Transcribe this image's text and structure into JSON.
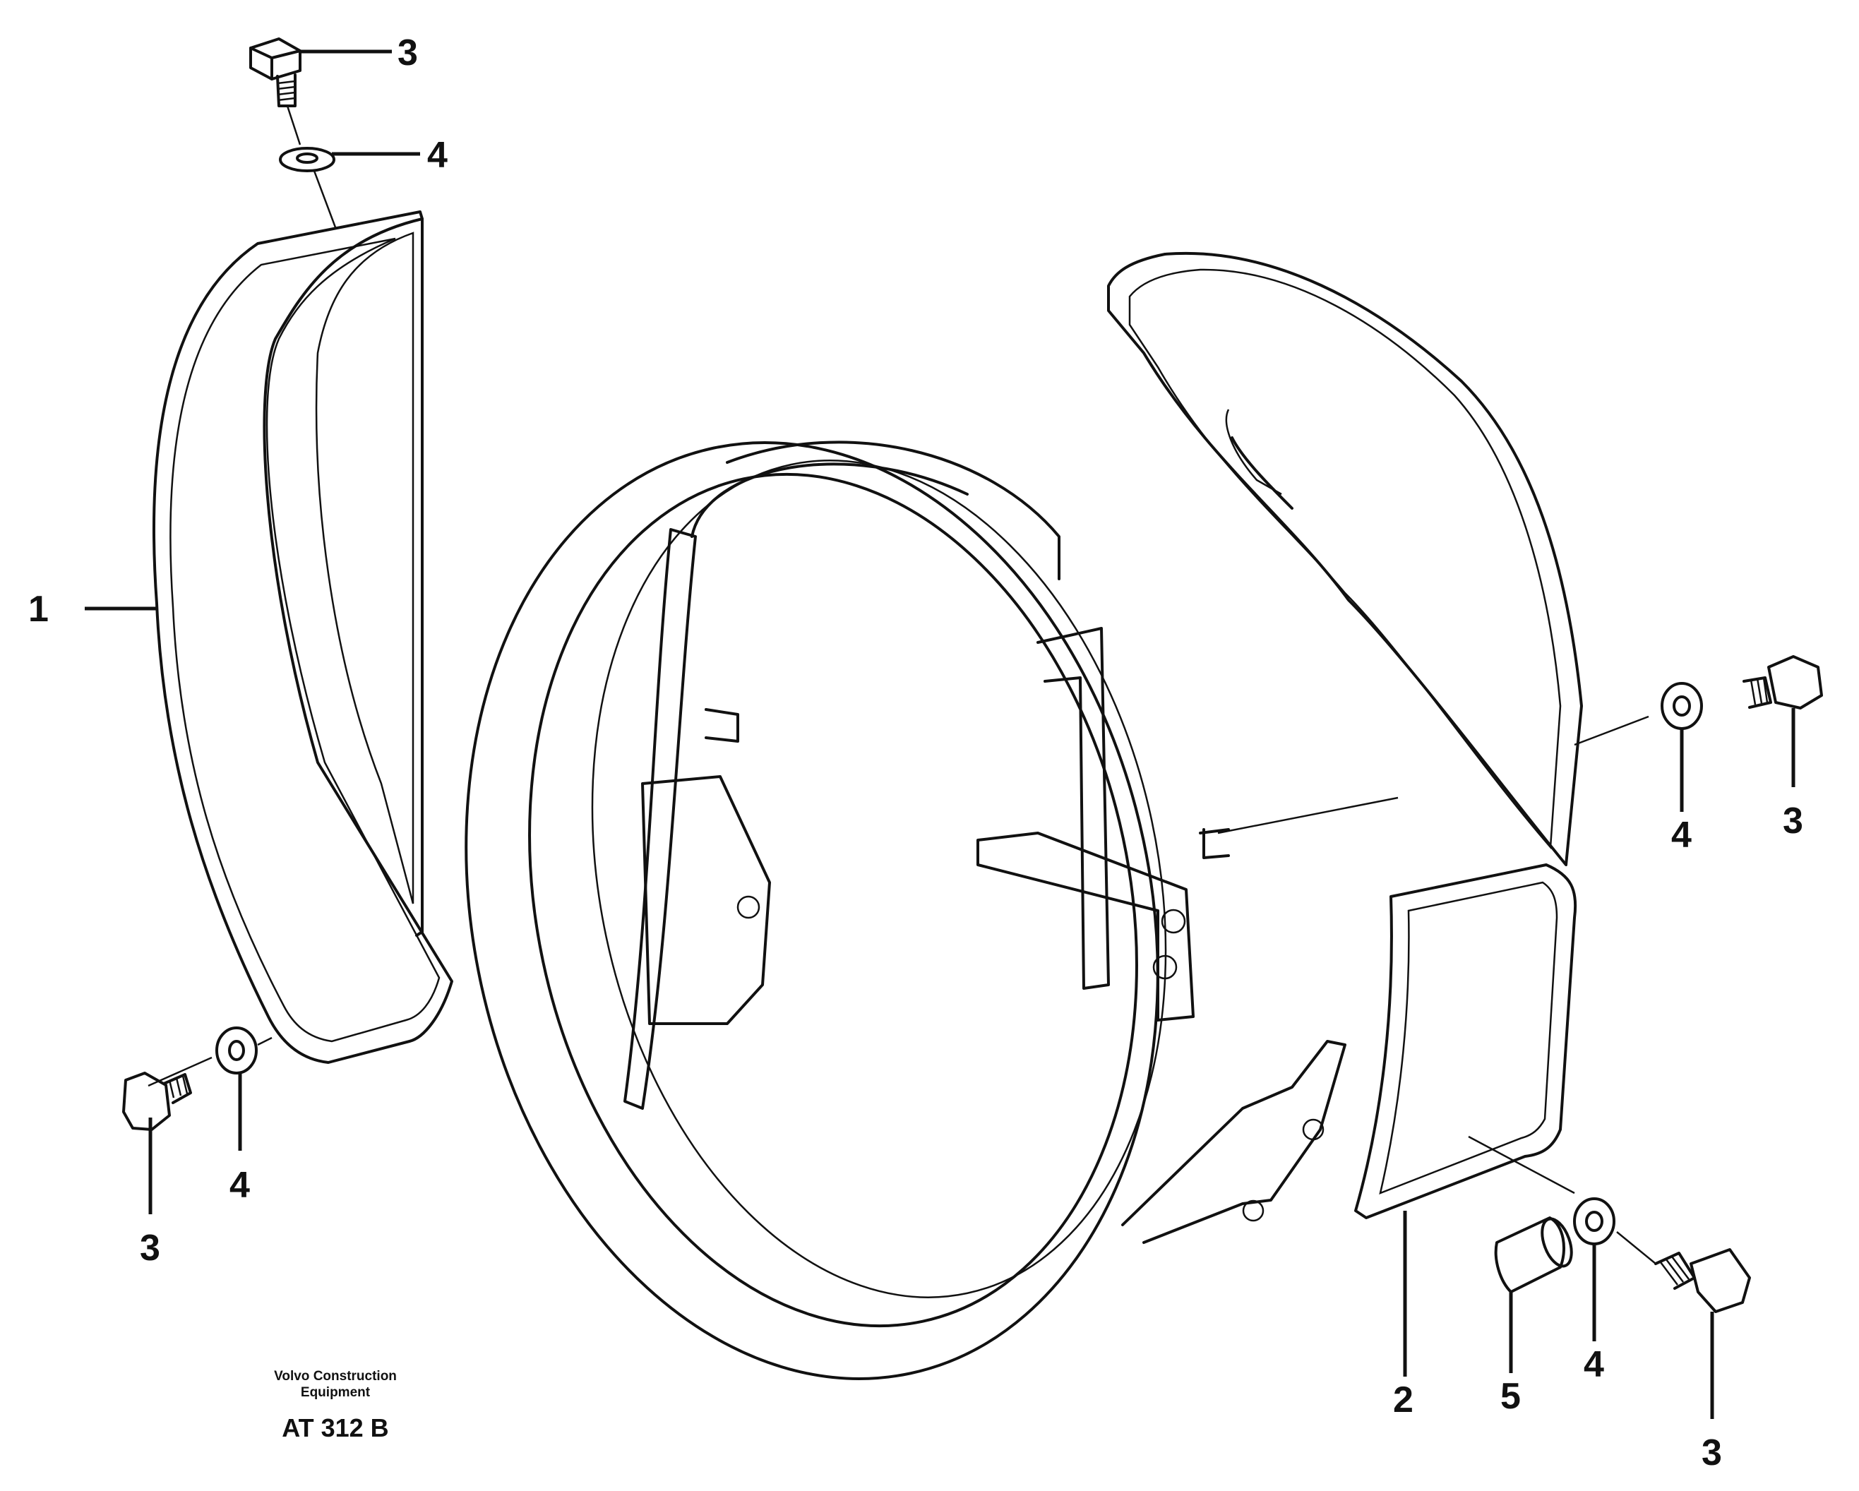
{
  "diagram": {
    "callouts": [
      {
        "id": "c1",
        "label": "1"
      },
      {
        "id": "c2",
        "label": "2"
      },
      {
        "id": "c3a",
        "label": "3"
      },
      {
        "id": "c4a",
        "label": "4"
      },
      {
        "id": "c3b",
        "label": "3"
      },
      {
        "id": "c4b",
        "label": "4"
      },
      {
        "id": "c3c",
        "label": "3"
      },
      {
        "id": "c4c",
        "label": "4"
      },
      {
        "id": "c3d",
        "label": "3"
      },
      {
        "id": "c4d",
        "label": "4"
      },
      {
        "id": "c5",
        "label": "5"
      }
    ],
    "maker_line1": "Volvo Construction",
    "maker_line2": "Equipment",
    "drawing_code": "AT 312 B"
  }
}
